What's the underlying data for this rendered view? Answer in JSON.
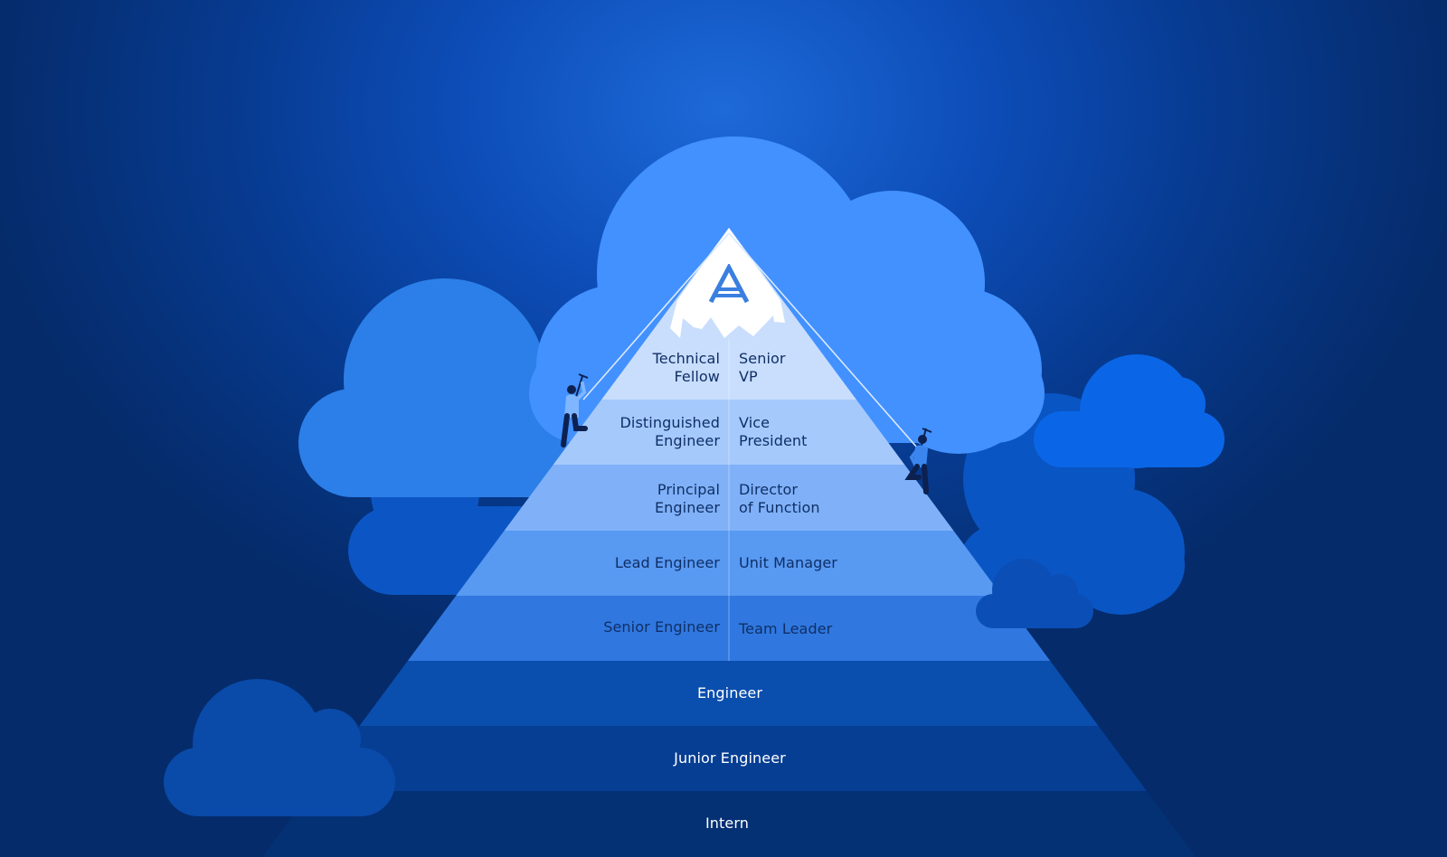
{
  "colors": {
    "background_top": "#1d6ad8",
    "background_bottom": "#052b6a",
    "cloud_light": "#4291ff",
    "cloud_mid": "#2c7fe8",
    "cloud_dark": "#0b56c4",
    "snow": "#ffffff",
    "label_dark": "#0f2f66",
    "label_light": "#ffffff",
    "logo": "#3a7fe0",
    "climber_shirt": "#7fb6ff",
    "climber_pants": "#0d2150"
  },
  "logo": {
    "icon": "acronis-a-logo-icon"
  },
  "climbers": {
    "icon": "mountain-climber-icon"
  },
  "levels": {
    "technical_fellow": [
      "Technical",
      "Fellow"
    ],
    "senior_vp": [
      "Senior",
      "VP"
    ],
    "distinguished_engineer": [
      "Distinguished",
      "Engineer"
    ],
    "vice_president": [
      "Vice",
      "President"
    ],
    "principal_engineer": [
      "Principal",
      "Engineer"
    ],
    "director_of_function": [
      "Director",
      "of Function"
    ],
    "lead_engineer": "Lead Engineer",
    "unit_manager": "Unit Manager",
    "senior_engineer": "Senior Engineer",
    "team_leader": "Team Leader",
    "engineer": "Engineer",
    "junior_engineer": "Junior Engineer",
    "intern": "Intern"
  }
}
